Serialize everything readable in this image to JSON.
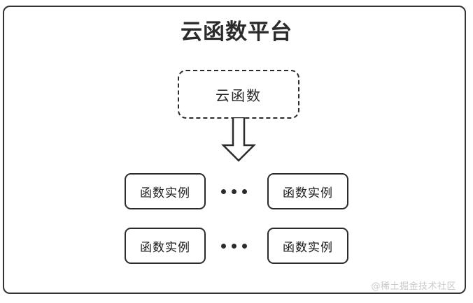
{
  "diagram": {
    "title": "云函数平台",
    "cloud_function": {
      "label": "云函数",
      "border_style": "dashed"
    },
    "arrow": {
      "icon": "down-arrow-icon",
      "direction": "down"
    },
    "instances": {
      "rows": [
        {
          "left_label": "函数实例",
          "ellipsis": "...",
          "right_label": "函数实例"
        },
        {
          "left_label": "函数实例",
          "ellipsis": "...",
          "right_label": "函数实例"
        }
      ]
    },
    "watermark": "@稀土掘金技术社区",
    "colors": {
      "stroke": "#2b2b2b",
      "frame": "#333333",
      "text": "#1a1a1a",
      "watermark": "#c9c9c9",
      "background": "#ffffff"
    }
  }
}
